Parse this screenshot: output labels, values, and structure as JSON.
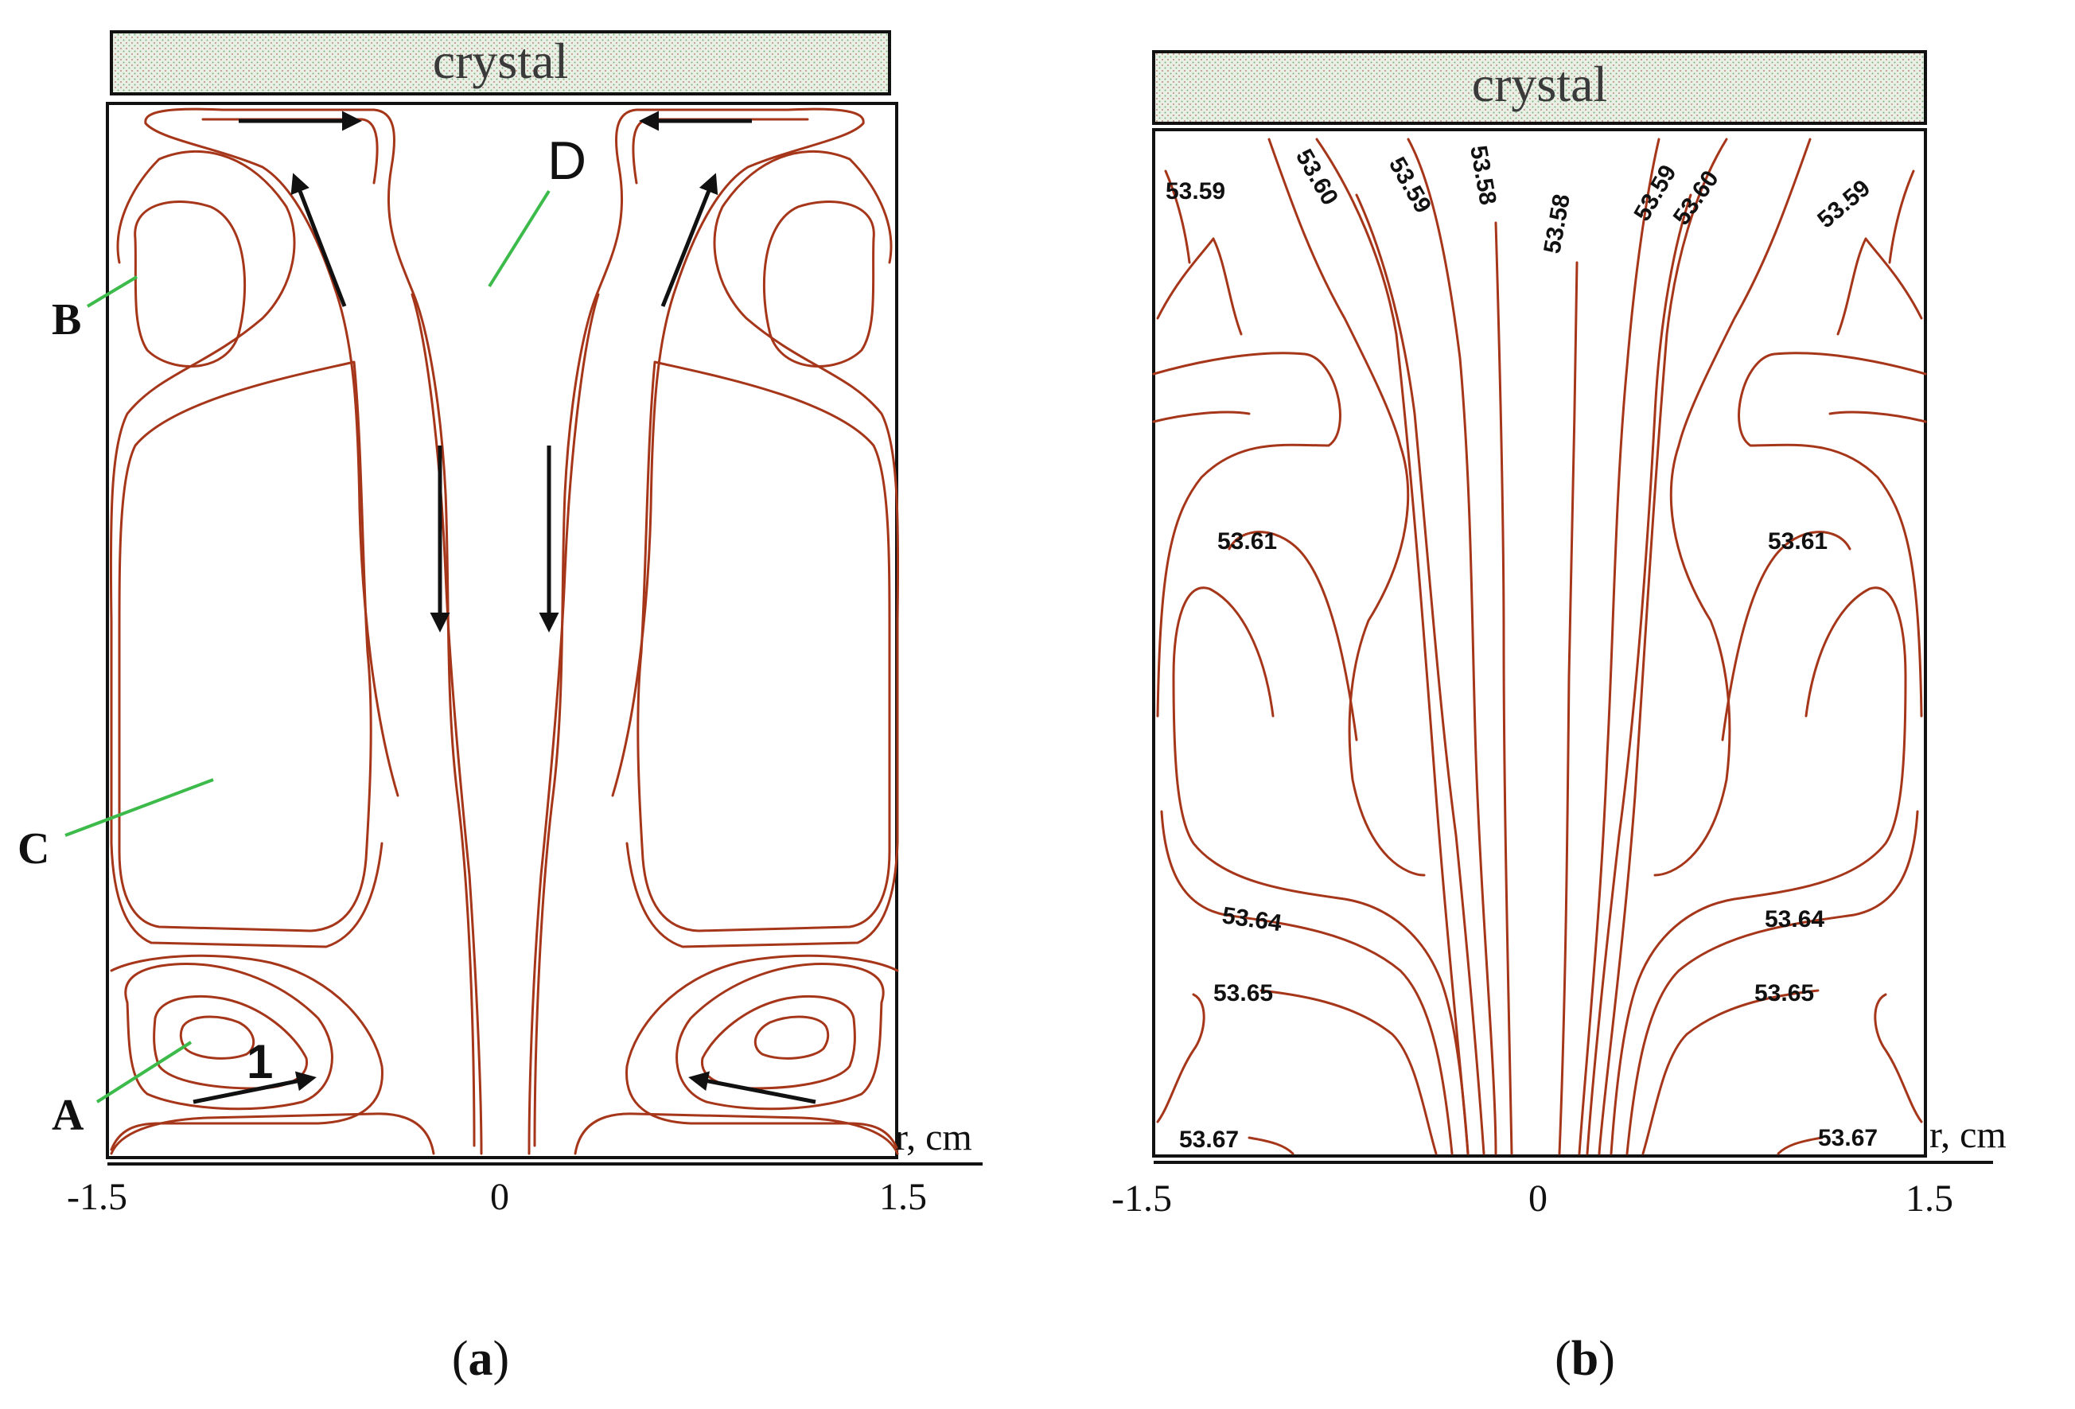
{
  "panels": [
    {
      "id": "a",
      "crystal_label": "crystal",
      "axis_label": "r, cm",
      "ticks": [
        "-1.5",
        "0",
        "1.5"
      ],
      "region_labels": [
        "A",
        "B",
        "C",
        "D"
      ],
      "marker": "1",
      "caption_letter": "a"
    },
    {
      "id": "b",
      "crystal_label": "crystal",
      "axis_label": "r, cm",
      "ticks": [
        "-1.5",
        "0",
        "1.5"
      ],
      "contour_labels": [
        "53.59",
        "53.60",
        "53.59",
        "53.58",
        "53.58",
        "53.59",
        "53.60",
        "53.59",
        "53.61",
        "53.61",
        "53.64",
        "53.64",
        "53.65",
        "53.65",
        "53.67",
        "53.67"
      ],
      "caption_letter": "b"
    }
  ],
  "colors": {
    "streamline": "#a6361a",
    "leader_line": "#3cba4a",
    "crystal_fill": "#e4eee2",
    "frame": "#111111"
  }
}
